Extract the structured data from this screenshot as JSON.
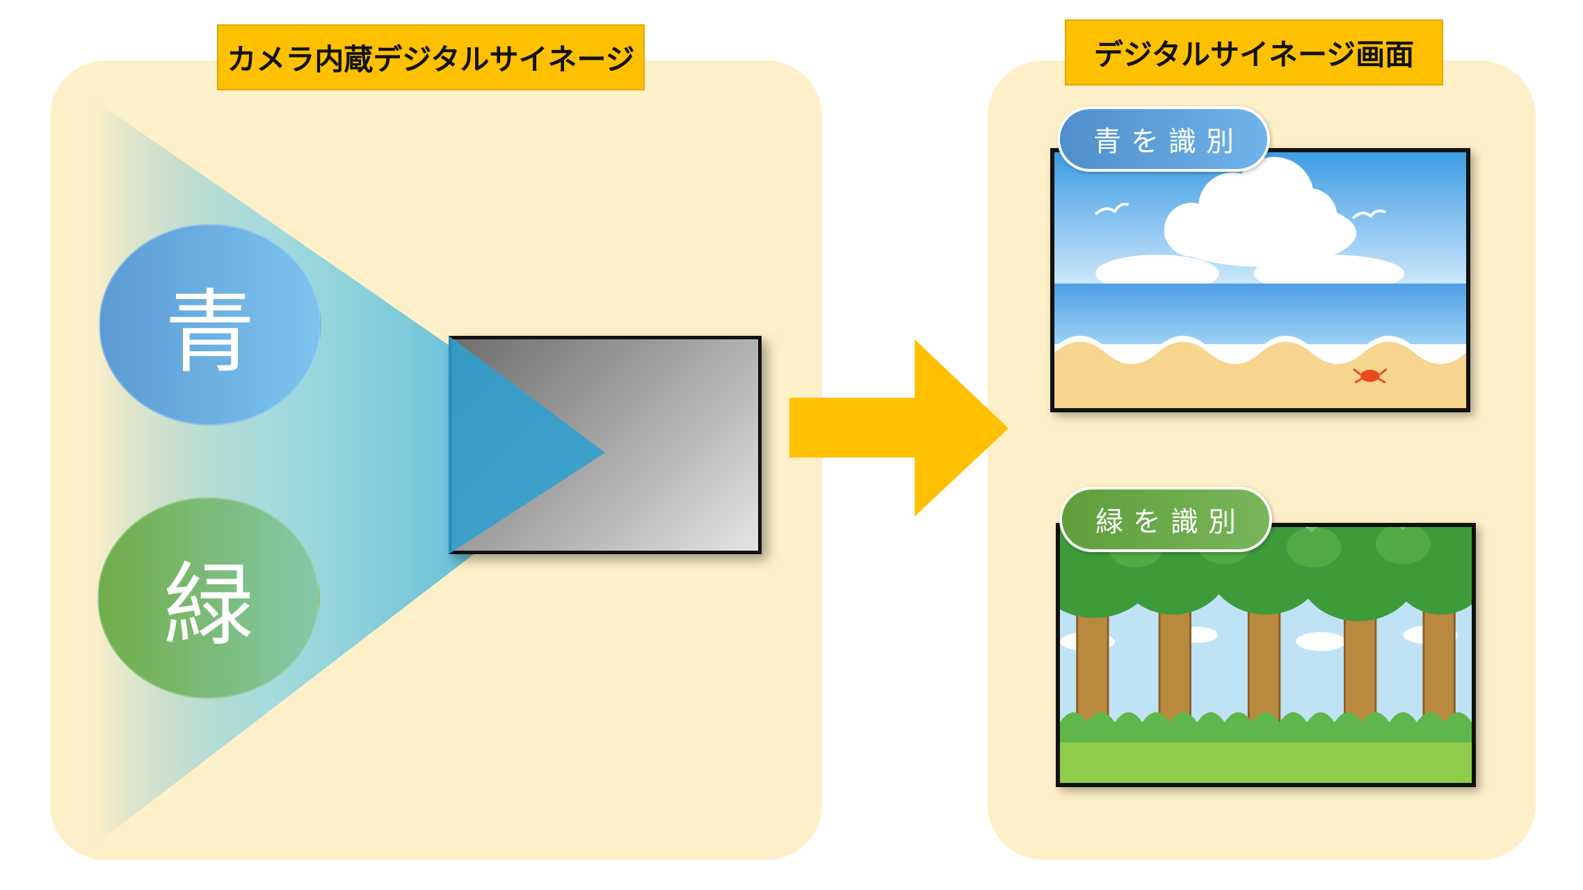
{
  "camera_section": {
    "title": "カメラ内蔵デジタルサイネージ",
    "circles": [
      {
        "label": "青",
        "color": "#5b9bd5"
      },
      {
        "label": "緑",
        "color": "#70ad47"
      }
    ]
  },
  "screen_section": {
    "title": "デジタルサイネージ画面",
    "screens": [
      {
        "badge": "青を識別",
        "scene": "beach"
      },
      {
        "badge": "緑を識別",
        "scene": "forest"
      }
    ]
  },
  "colors": {
    "panel": "#fdf0c8",
    "label": "#ffc000",
    "arrow": "#ffc000",
    "beam": "#35a9d6"
  }
}
